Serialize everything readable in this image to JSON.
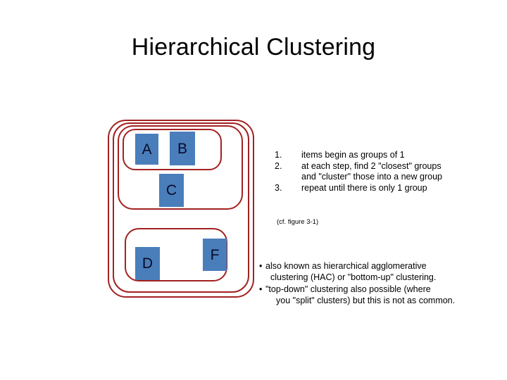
{
  "slide": {
    "title": "Hierarchical Clustering",
    "background_color": "#FFFFFF"
  },
  "colors": {
    "cluster_outline": "#A32121",
    "item_fill": "#4A7EBB",
    "item_label": "#0A0A28",
    "text": "#000000"
  },
  "diagram": {
    "name": "hierarchical-cluster-nesting",
    "items": [
      {
        "id": "A",
        "label": "A"
      },
      {
        "id": "B",
        "label": "B"
      },
      {
        "id": "C",
        "label": "C"
      },
      {
        "id": "D",
        "label": "D"
      },
      {
        "id": "F",
        "label": "F"
      }
    ],
    "rings": [
      {
        "id": "ring-ab",
        "contains": [
          "A",
          "B"
        ]
      },
      {
        "id": "ring-abc",
        "contains": [
          "A",
          "B",
          "C"
        ]
      },
      {
        "id": "ring-df",
        "contains": [
          "D",
          "F"
        ]
      },
      {
        "id": "ring-abc-df",
        "contains": [
          "A",
          "B",
          "C",
          "D",
          "F"
        ]
      },
      {
        "id": "ring-all",
        "contains": [
          "A",
          "B",
          "C",
          "D",
          "F"
        ]
      }
    ]
  },
  "steps": [
    {
      "number": "1.",
      "text": "items begin as groups of 1",
      "continuation": ""
    },
    {
      "number": "2.",
      "text": "at each step, find 2 \"closest\" groups",
      "continuation": "and \"cluster\" those into a new group"
    },
    {
      "number": "3.",
      "text": "repeat until there is only 1 group",
      "continuation": ""
    }
  ],
  "figure_note": "(cf. figure 3-1)",
  "notes": [
    {
      "bullet": "•",
      "line1": "also known as hierarchical agglomerative",
      "line2": "clustering (HAC) or \"bottom-up\" clustering."
    },
    {
      "bullet": "•",
      "line1": "\"top-down\" clustering also possible (where",
      "line2": "you \"split\" clusters) but this is not as common."
    }
  ]
}
